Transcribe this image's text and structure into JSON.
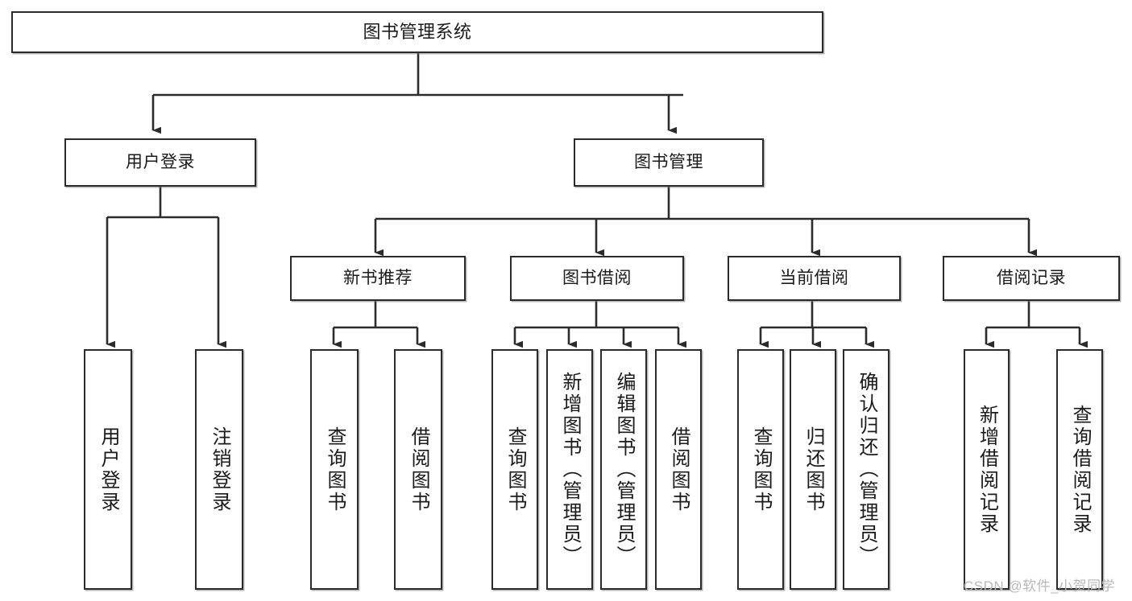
{
  "diagram": {
    "title": "图书管理系统",
    "type": "hierarchy-tree",
    "watermark": "CSDN @软件_小贺同学"
  },
  "nodes": {
    "root": {
      "label": "图书管理系统"
    },
    "level1": [
      {
        "id": "user-login",
        "label": "用户登录"
      },
      {
        "id": "book-management",
        "label": "图书管理"
      }
    ],
    "level2": [
      {
        "id": "new-book-recommend",
        "label": "新书推荐"
      },
      {
        "id": "book-borrow",
        "label": "图书借阅"
      },
      {
        "id": "current-borrow",
        "label": "当前借阅"
      },
      {
        "id": "borrow-record",
        "label": "借阅记录"
      }
    ],
    "leaves": {
      "user_login": [
        {
          "id": "leaf-user-login",
          "label": "用户登录"
        },
        {
          "id": "leaf-logout-login",
          "label": "注销登录"
        }
      ],
      "new_book_recommend": [
        {
          "id": "leaf-query-book-1",
          "label": "查询图书"
        },
        {
          "id": "leaf-borrow-book-1",
          "label": "借阅图书"
        }
      ],
      "book_borrow": [
        {
          "id": "leaf-query-book-2",
          "label": "查询图书"
        },
        {
          "id": "leaf-add-book",
          "label": "新增图书（管理员）"
        },
        {
          "id": "leaf-edit-book",
          "label": "编辑图书（管理员）"
        },
        {
          "id": "leaf-borrow-book-2",
          "label": "借阅图书"
        }
      ],
      "current_borrow": [
        {
          "id": "leaf-query-book-3",
          "label": "查询图书"
        },
        {
          "id": "leaf-return-book",
          "label": "归还图书"
        },
        {
          "id": "leaf-confirm-return",
          "label": "确认归还（管理员）"
        }
      ],
      "borrow_record": [
        {
          "id": "leaf-add-borrow-record",
          "label": "新增借阅记录"
        },
        {
          "id": "leaf-query-borrow-record",
          "label": "查询借阅记录"
        }
      ]
    }
  },
  "style": {
    "stroke": "#2b2b2b",
    "fill": "#ffffff",
    "text": "#1a1a1a",
    "watermark_color": "#b9b9b9"
  }
}
